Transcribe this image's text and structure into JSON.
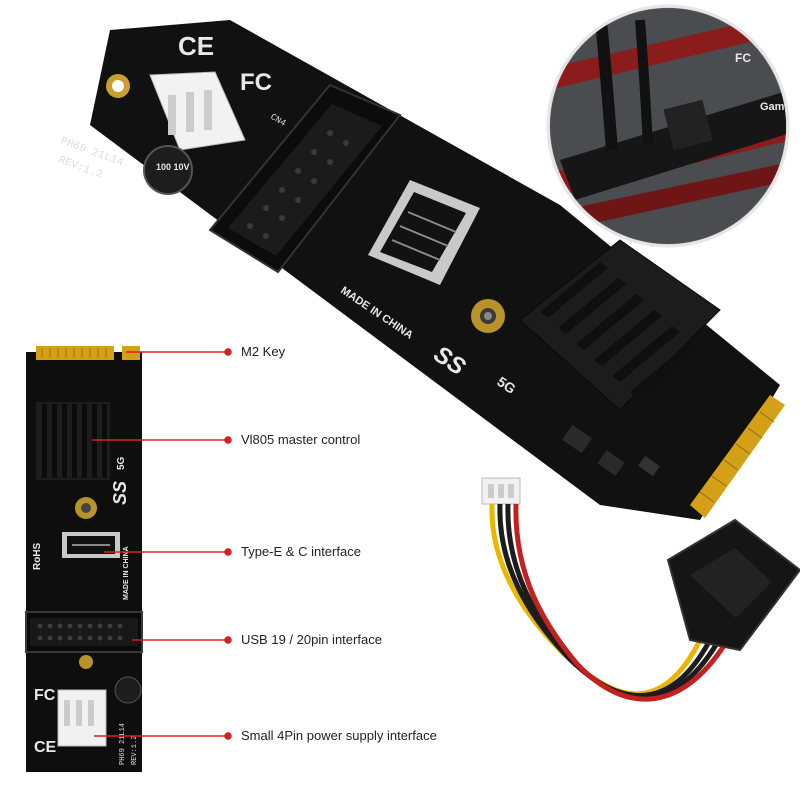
{
  "callouts": [
    {
      "id": "m2-key",
      "label": "M2 Key"
    },
    {
      "id": "vl805",
      "label": "Vl805 master control"
    },
    {
      "id": "type-e-c",
      "label": "Type-E & C interface"
    },
    {
      "id": "usb-19-20",
      "label": "USB 19 / 20pin interface"
    },
    {
      "id": "power-4pin",
      "label": "Small 4Pin power supply interface"
    }
  ],
  "board_markings": {
    "ce": "CE",
    "fc": "FC",
    "model": "PH69  21L14",
    "revision": "REV:1.2",
    "capacitor": "100 10V",
    "made_in": "MADE IN CHINA",
    "ss_logo": "SS",
    "speed": "5G",
    "rohs": "RoHS",
    "cn4": "CN4",
    "gaming": "Gaming"
  },
  "colors": {
    "board": "#111111",
    "heatsink": "#1a1a1a",
    "gold": "#d4a017",
    "callout_line": "#d62020",
    "sata_body": "#151515",
    "wire_red": "#c42020",
    "wire_yellow": "#e8b800",
    "wire_black": "#1c1c1c"
  }
}
